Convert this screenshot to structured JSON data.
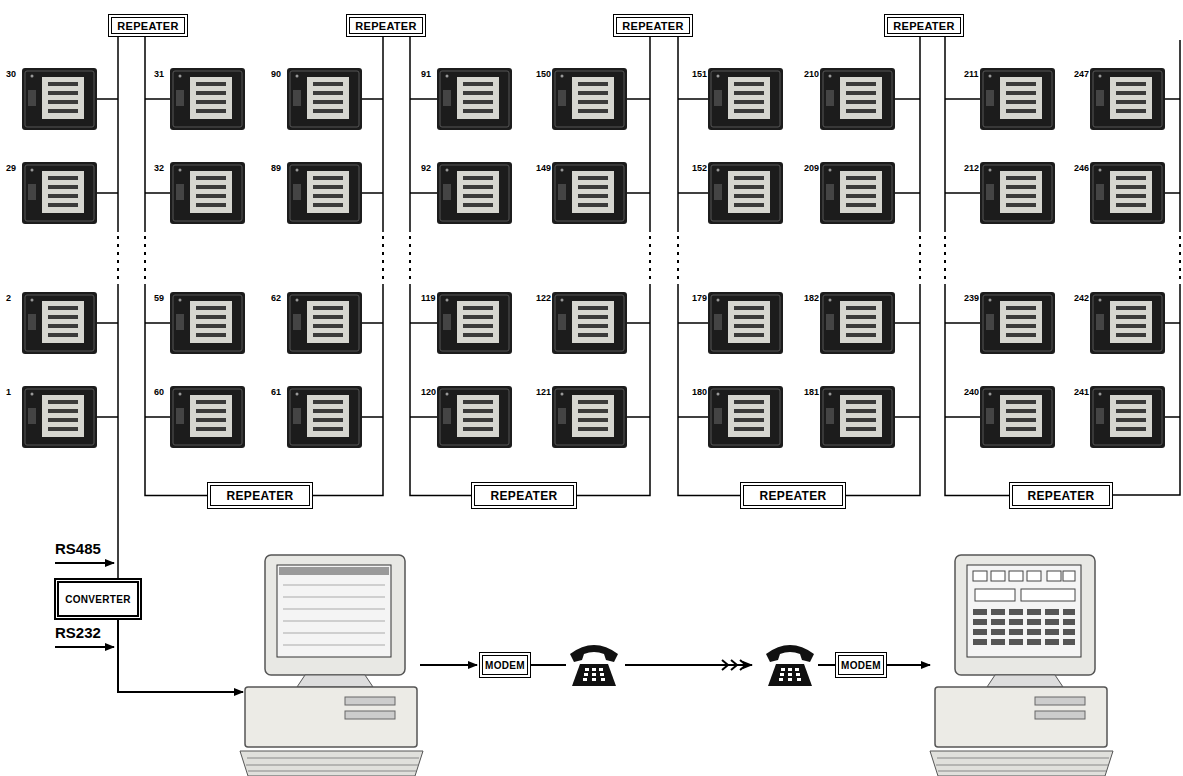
{
  "diagram": {
    "nodes": [
      {
        "text": [
          "REPEATER"
        ]
      },
      {
        "text": [
          "REPEATER"
        ]
      },
      {
        "text": [
          "REPEATER"
        ]
      },
      {
        "text": [
          "REPEATER"
        ]
      },
      {
        "text": [
          "REPEATER"
        ]
      },
      {
        "text": [
          "REPEATER"
        ]
      },
      {
        "text": [
          "REPEATER"
        ]
      },
      {
        "text": [
          "REPEATER"
        ]
      },
      {
        "text": [
          "CONVERTER"
        ]
      },
      {
        "text": [
          "MODEM"
        ]
      },
      {
        "text": [
          "MODEM"
        ]
      }
    ],
    "edges": [
      {
        "from": 8,
        "to": 0,
        "arrow": "none"
      },
      {
        "from": 0,
        "to": 4,
        "arrow": "none"
      },
      {
        "from": 4,
        "to": 1,
        "arrow": "none"
      },
      {
        "from": 1,
        "to": 5,
        "arrow": "none"
      },
      {
        "from": 5,
        "to": 2,
        "arrow": "none"
      },
      {
        "from": 2,
        "to": 6,
        "arrow": "none"
      },
      {
        "from": 6,
        "to": 3,
        "arrow": "none"
      },
      {
        "from": 3,
        "to": 7,
        "arrow": "none"
      }
    ],
    "labels": [
      "30",
      "31",
      "90",
      "91",
      "150",
      "151",
      "210",
      "211",
      "247",
      "29",
      "32",
      "89",
      "92",
      "149",
      "152",
      "209",
      "212",
      "246",
      "2",
      "59",
      "62",
      "119",
      "122",
      "179",
      "182",
      "239",
      "242",
      "1",
      "60",
      "61",
      "120",
      "121",
      "180",
      "181",
      "240",
      "241",
      "RS485",
      "RS232"
    ]
  }
}
